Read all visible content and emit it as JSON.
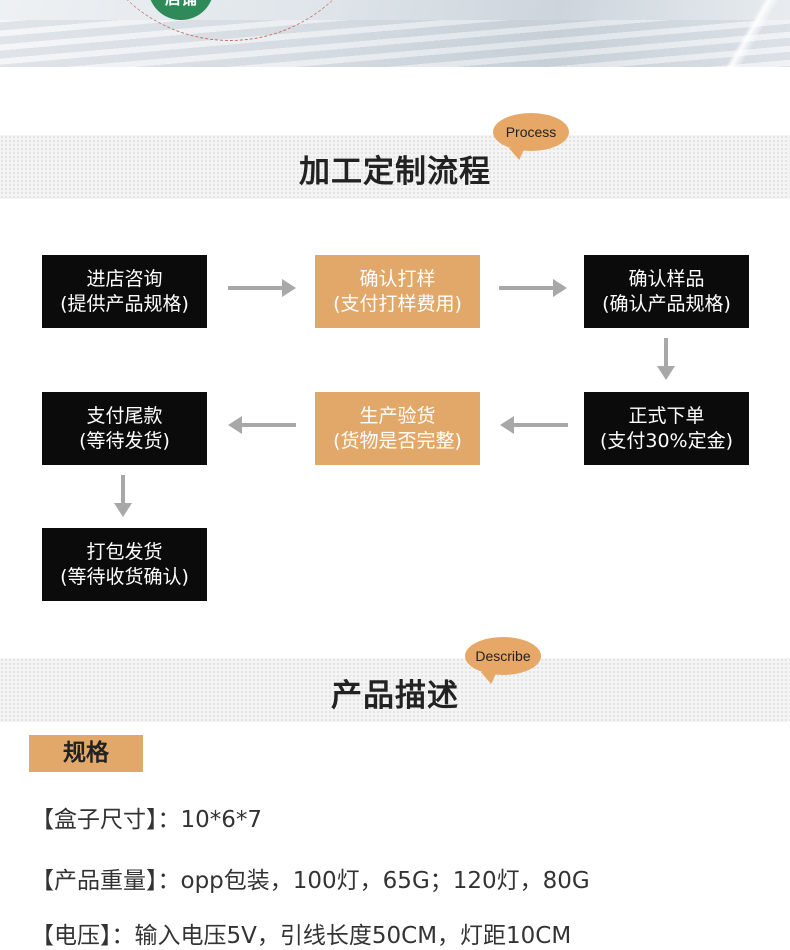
{
  "banner": {
    "logo_text": "店铺"
  },
  "process": {
    "bubble": "Process",
    "title": "加工定制流程",
    "steps": [
      {
        "line1": "进店咨询",
        "line2": "(提供产品规格)"
      },
      {
        "line1": "确认打样",
        "line2": "(支付打样费用)"
      },
      {
        "line1": "确认样品",
        "line2": "(确认产品规格)"
      },
      {
        "line1": "正式下单",
        "line2": "(支付30%定金)"
      },
      {
        "line1": "生产验货",
        "line2": "(货物是否完整)"
      },
      {
        "line1": "支付尾款",
        "line2": "(等待发货)"
      },
      {
        "line1": "打包发货",
        "line2": "(等待收货确认)"
      }
    ]
  },
  "describe": {
    "bubble": "Describe",
    "title": "产品描述",
    "spec_label": "规格",
    "lines": [
      "【盒子尺寸】：10*6*7",
      "【产品重量】：opp包装，100灯，65G；120灯，80G",
      "【电压】：输入电压5V，引线长度50CM，灯距10CM"
    ]
  },
  "colors": {
    "accent_orange": "#e2a869",
    "box_dark": "#0b0b0b",
    "arrow_gray": "#a8a8a8",
    "logo_green": "#2f8a5a"
  }
}
